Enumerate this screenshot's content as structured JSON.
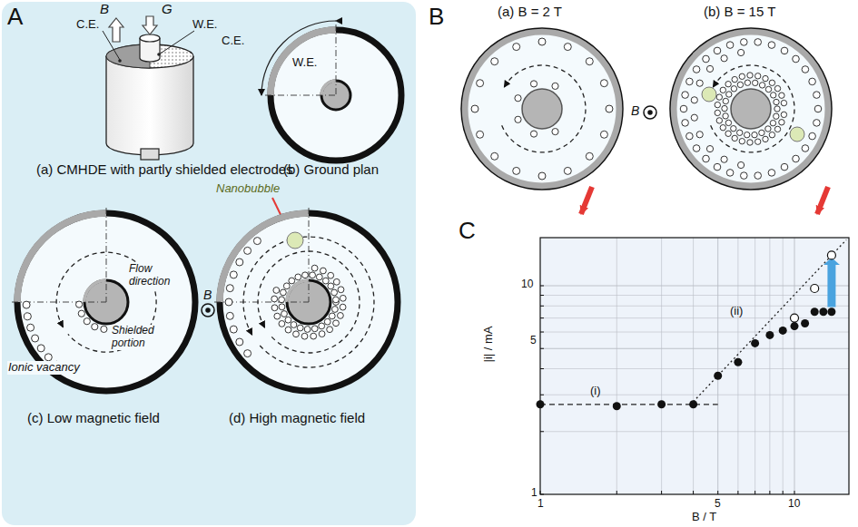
{
  "diagram": {
    "labels": [
      "A",
      "B",
      "G",
      "C.E.",
      "W.E.",
      "(a) CMHDE with partly shielded electrodes",
      "C.E.",
      "W.E.",
      "(b) Ground plan",
      "Flow direction",
      "Shielded portion",
      "Ionic vacancy",
      "(c) Low magnetic field",
      "Nanobubble",
      "B",
      "(d) High magnetic field",
      "B",
      "(a) B = 2 T",
      "(b) B = 15 T",
      "B",
      "C",
      "10",
      "5",
      "1",
      "1",
      "5",
      "10",
      "(i)",
      "(ii)",
      "|i| / mA",
      "B / T"
    ]
  }
}
